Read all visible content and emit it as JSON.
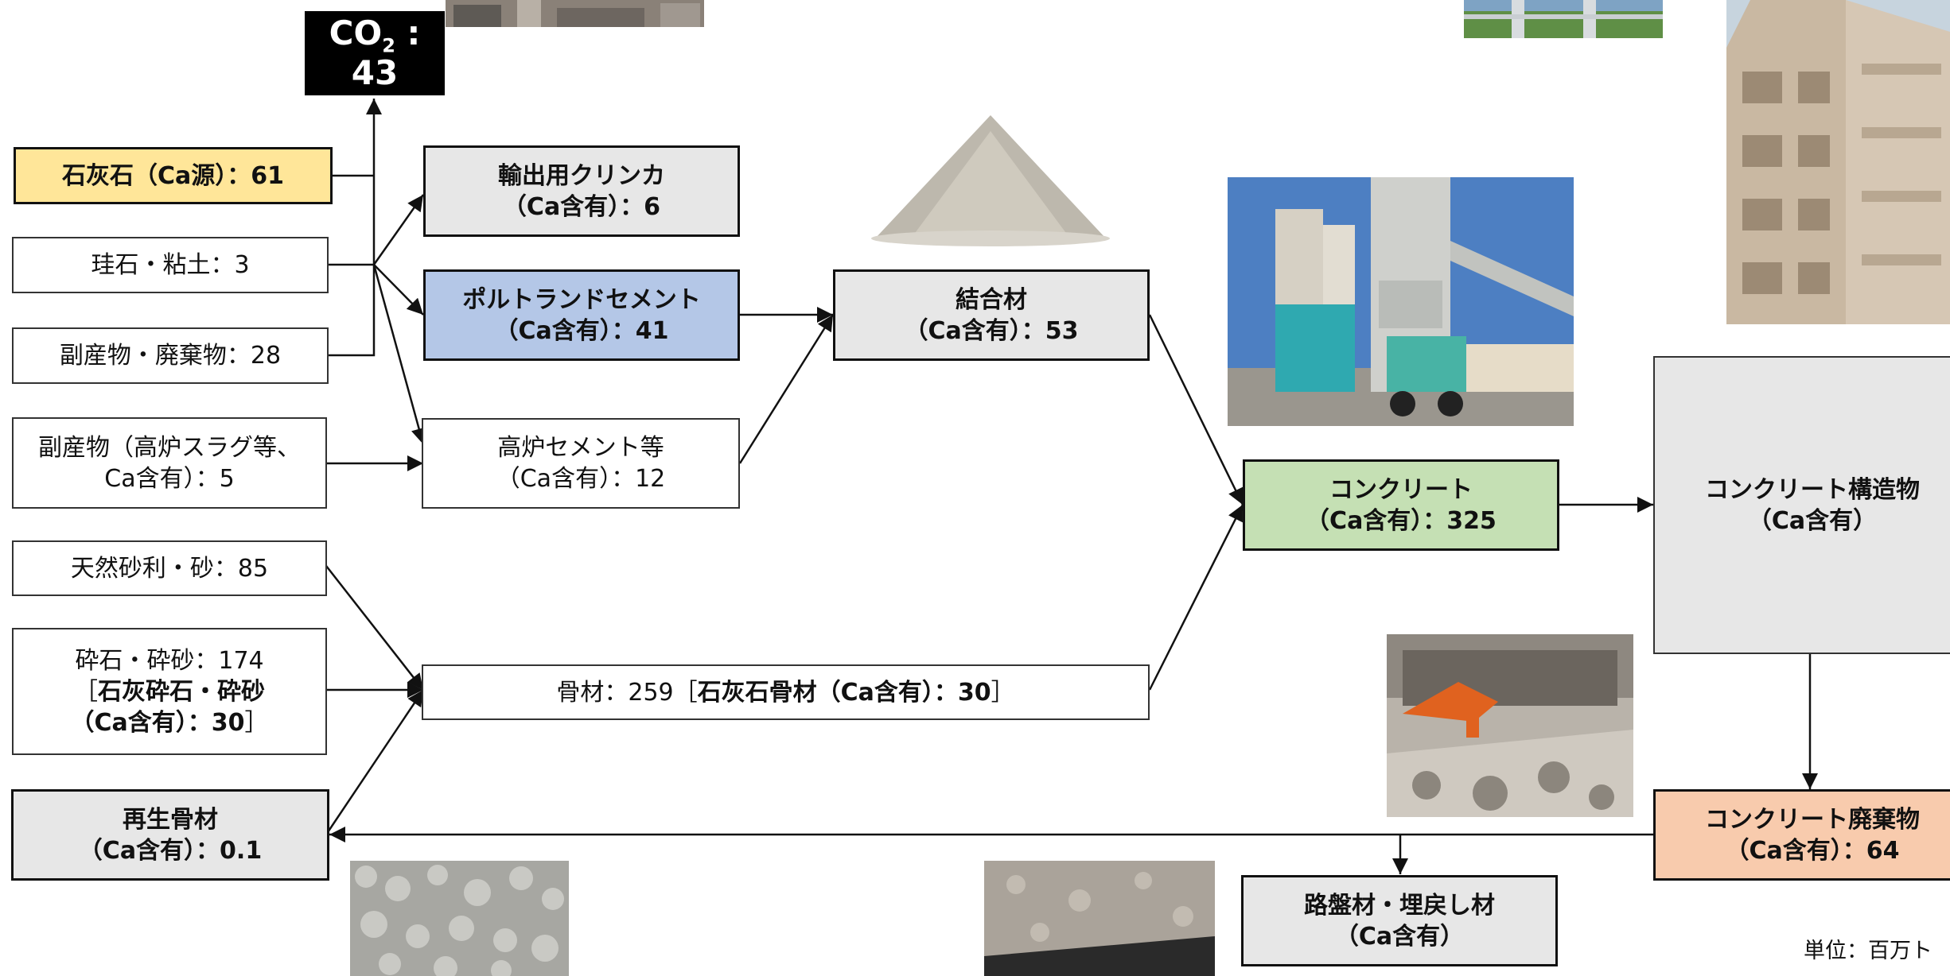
{
  "co2": {
    "label_main": "CO",
    "label_sub": "2",
    "label_suffix": " :",
    "value": "43"
  },
  "inputs": {
    "limestone": "石灰石（Ca源）：61",
    "silica_clay": "珪石・粘土：3",
    "byproducts_waste": "副産物・廃棄物：28",
    "byproducts_slag_line1": "副産物（高炉スラグ等、",
    "byproducts_slag_line2": "Ca含有）：5",
    "natural_gravel": "天然砂利・砂：85",
    "crushed_line1": "砕石・砕砂：174",
    "crushed_line2_prefix": "［",
    "crushed_line2_bold": "石灰砕石・砕砂",
    "crushed_line3_bold": "（Ca含有）：30",
    "crushed_line3_suffix": "］",
    "recycled_line1": "再生骨材",
    "recycled_line2": "（Ca含有）：0.1"
  },
  "mid": {
    "export_clinker_line1": "輸出用クリンカ",
    "export_clinker_line2": "（Ca含有）：6",
    "portland_line1": "ポルトランドセメント",
    "portland_line2": "（Ca含有）：41",
    "blast_furnace_line1": "高炉セメント等",
    "blast_furnace_line2": "（Ca含有）：12",
    "aggregate_prefix": "骨材：259［",
    "aggregate_bold": "石灰石骨材（Ca含有）：30",
    "aggregate_suffix": "］",
    "binder_line1": "結合材",
    "binder_line2": "（Ca含有）：53"
  },
  "right": {
    "concrete_line1": "コンクリート",
    "concrete_line2": "（Ca含有）：325",
    "structure_line1": "コンクリート構造物",
    "structure_line2": "（Ca含有）",
    "waste_line1": "コンクリート廃棄物",
    "waste_line2": "（Ca含有）：64",
    "roadbed_line1": "路盤材・埋戻し材",
    "roadbed_line2": "（Ca含有）",
    "unit": "単位：百万ト"
  },
  "colors": {
    "limestone": "#ffe699",
    "gray": "#e7e7e7",
    "portland": "#b4c7e7",
    "concrete": "#c5e0b4",
    "waste": "#f8cbad",
    "co2": "#000000"
  }
}
